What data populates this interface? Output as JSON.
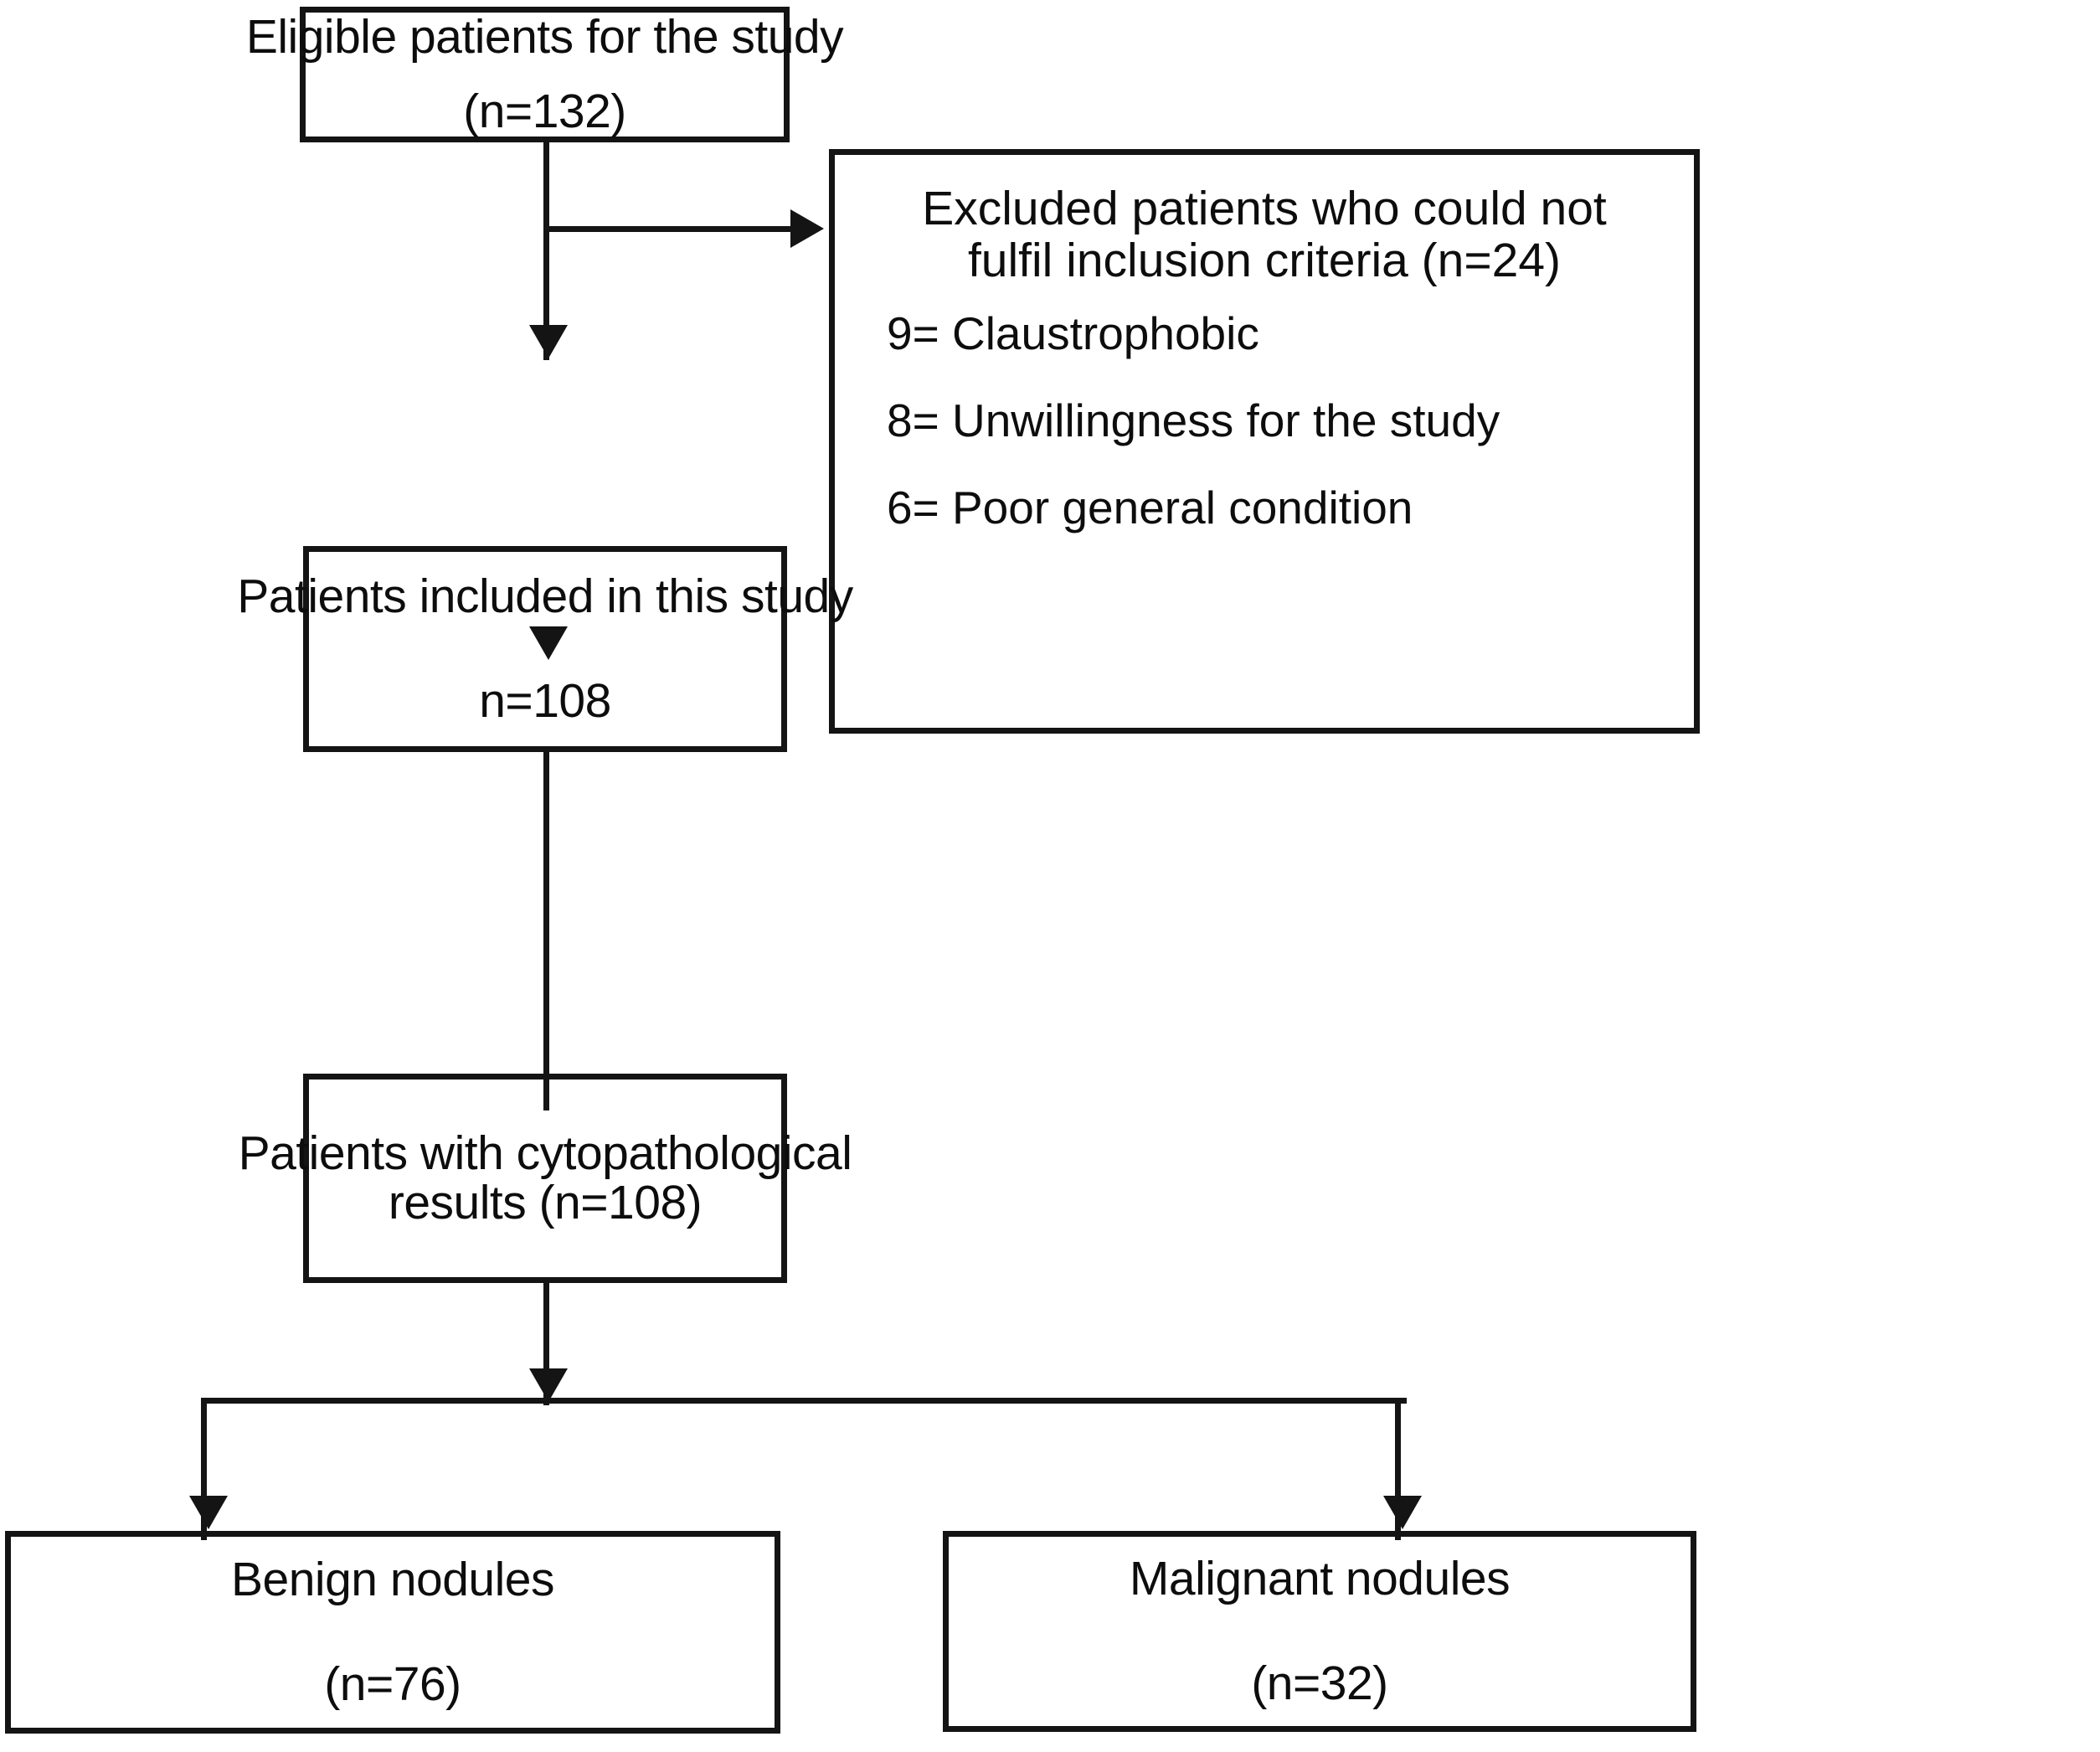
{
  "diagram": {
    "type": "patient-flow-chart",
    "colors": {
      "line": "#141414",
      "box_border": "#141414",
      "box_fill": "#ffffff",
      "text": "#0d0d0d"
    },
    "nodes": {
      "eligible": {
        "title": "Eligible patients for the study",
        "count": "(n=132)"
      },
      "excluded": {
        "line1": "Excluded patients who could not",
        "line2": "fulfil inclusion criteria (n=24)",
        "reasons": [
          "9= Claustrophobic",
          "8= Unwillingness for the study",
          "6= Poor general condition"
        ]
      },
      "included": {
        "title": "Patients included in this study",
        "count": "n=108"
      },
      "cytopathological": {
        "line1": "Patients with cytopathological",
        "line2": "results (n=108)"
      },
      "benign": {
        "title": "Benign nodules",
        "count": "(n=76)"
      },
      "malignant": {
        "title": "Malignant nodules",
        "count": "(n=32)"
      }
    }
  }
}
